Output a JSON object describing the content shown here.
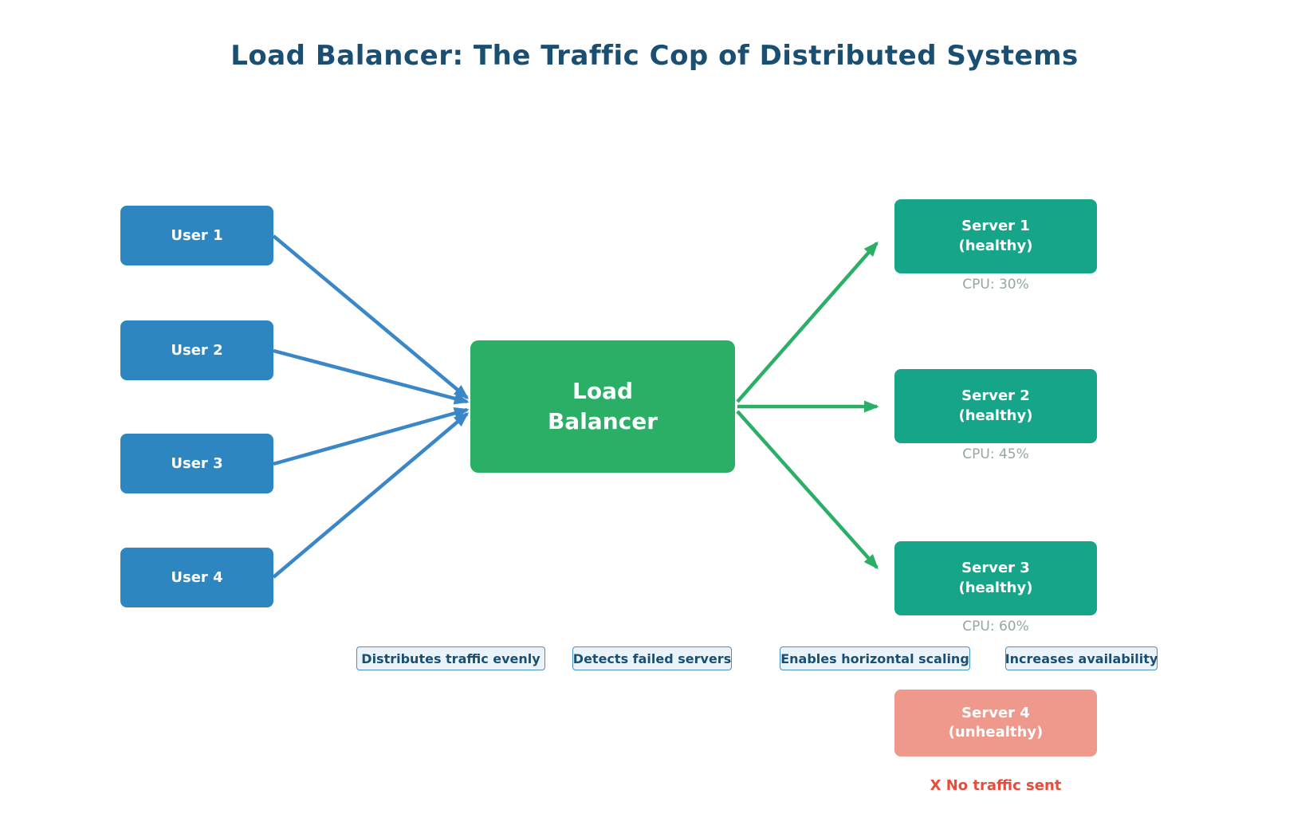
{
  "title": "Load Balancer: The Traffic Cop of Distributed Systems",
  "users": [
    {
      "label": "User 1"
    },
    {
      "label": "User 2"
    },
    {
      "label": "User 3"
    },
    {
      "label": "User 4"
    }
  ],
  "load_balancer": {
    "line1": "Load",
    "line2": "Balancer"
  },
  "servers": [
    {
      "name": "Server 1",
      "status": "(healthy)",
      "cpu": "CPU: 30%"
    },
    {
      "name": "Server 2",
      "status": "(healthy)",
      "cpu": "CPU: 45%"
    },
    {
      "name": "Server 3",
      "status": "(healthy)",
      "cpu": "CPU: 60%"
    },
    {
      "name": "Server 4",
      "status": "(unhealthy)",
      "note": "X No traffic sent"
    }
  ],
  "features": [
    "Distributes traffic evenly",
    "Detects failed servers",
    "Enables horizontal scaling",
    "Increases availability"
  ],
  "colors": {
    "title_text": "#1B4F72",
    "user_node": "#2E86C1",
    "load_balancer_node": "#2BAE66",
    "healthy_server_node": "#17A589",
    "unhealthy_server_node": "#EF998C",
    "arrow_blue": "#3A87C8",
    "arrow_green": "#2BAE66",
    "cpu_text": "#95A5A6",
    "no_traffic_text": "#E74C3C",
    "feature_fill": "#EBF3FA",
    "feature_border": "#4A90C2",
    "feature_text": "#1B4F72"
  }
}
